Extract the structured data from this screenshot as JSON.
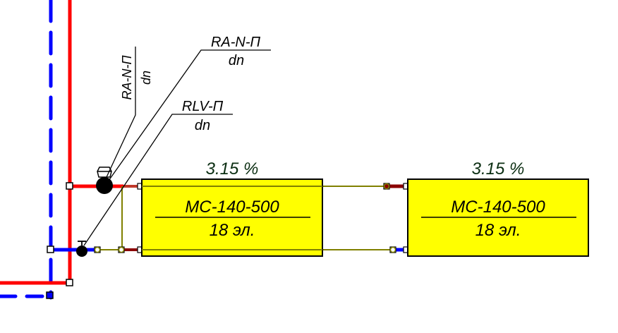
{
  "diagram": {
    "type": "heating-scheme",
    "colors": {
      "supply": "#ff0000",
      "return": "#0000ff",
      "connector": "#808000",
      "supply_branch": "#8b0000",
      "radiator_fill": "#ffff00",
      "radiator_stroke": "#000000",
      "valve": "#000000",
      "percent_text": "#0b2e12"
    },
    "risers": [
      {
        "name": "supply-riser",
        "medium": "supply",
        "style": "solid"
      },
      {
        "name": "return-riser",
        "medium": "return",
        "style": "dashed"
      }
    ],
    "valves": [
      {
        "name": "thermostatic-valve",
        "model": "RA-N-П",
        "size": "dn",
        "line": "supply",
        "label_orientation": "vertical"
      },
      {
        "name": "thermostatic-valve-detail",
        "model": "RA-N-П",
        "size": "dn",
        "line": "supply",
        "label_orientation": "horizontal"
      },
      {
        "name": "return-valve",
        "model": "RLV-П",
        "size": "dn",
        "line": "return",
        "label_orientation": "horizontal"
      }
    ],
    "radiators": [
      {
        "model": "MC-140-500",
        "sections": "18 эл.",
        "percent": "3.15 %"
      },
      {
        "model": "MC-140-500",
        "sections": "18 эл.",
        "percent": "3.15 %"
      }
    ]
  }
}
